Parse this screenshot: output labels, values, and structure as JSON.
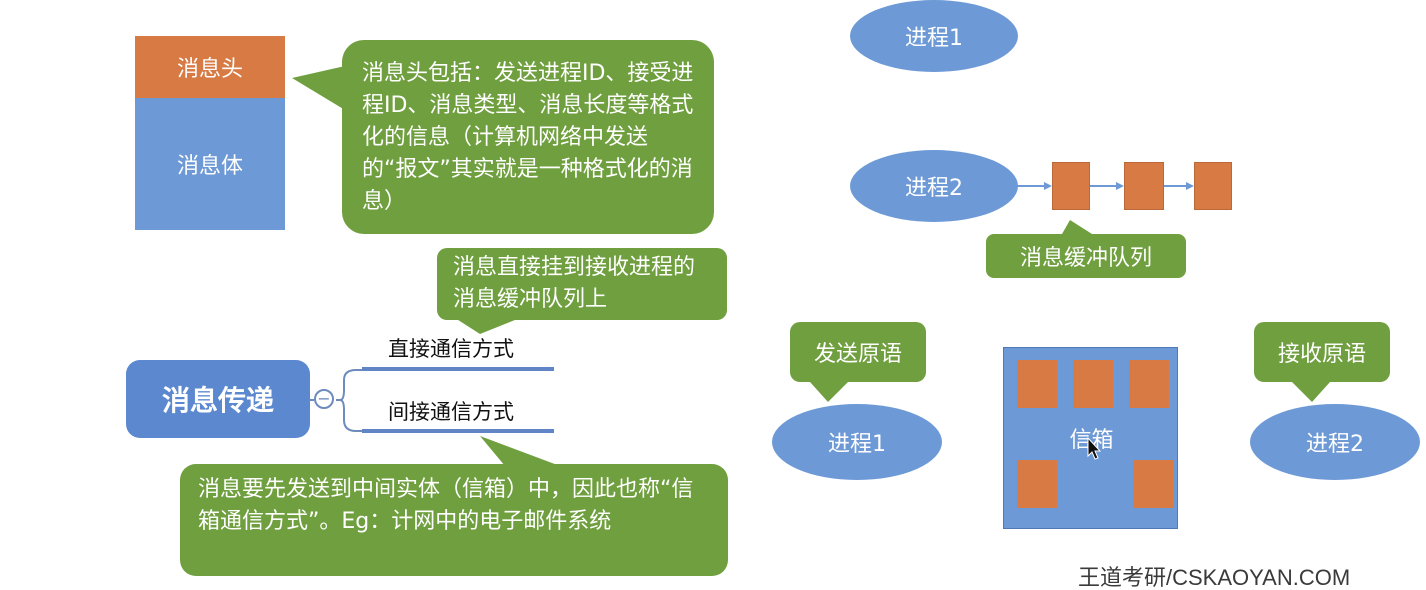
{
  "message_structure": {
    "header": "消息头",
    "body": "消息体",
    "header_callout": "消息头包括：发送进程ID、接受进程ID、消息类型、消息长度等格式化的信息（计算机网络中发送的“报文”其实就是一种格式化的消息）"
  },
  "message_passing": {
    "root": "消息传递",
    "direct": "直接通信方式",
    "indirect": "间接通信方式",
    "direct_callout": "消息直接挂到接收进程的消息缓冲队列上",
    "indirect_callout": "消息要先发送到中间实体（信箱）中，因此也称“信箱通信方式”。Eg：计网中的电子邮件系统"
  },
  "direct_diagram": {
    "process1": "进程1",
    "process2": "进程2",
    "queue_label": "消息缓冲队列"
  },
  "indirect_diagram": {
    "send_primitive": "发送原语",
    "receive_primitive": "接收原语",
    "process1": "进程1",
    "process2": "进程2",
    "mailbox": "信箱"
  },
  "watermark": "王道考研/CSKAOYAN.COM",
  "colors": {
    "green": "#6f9f3e",
    "blue": "#6d9ad6",
    "orange": "#d77a44",
    "root_node": "#5b88cf"
  }
}
